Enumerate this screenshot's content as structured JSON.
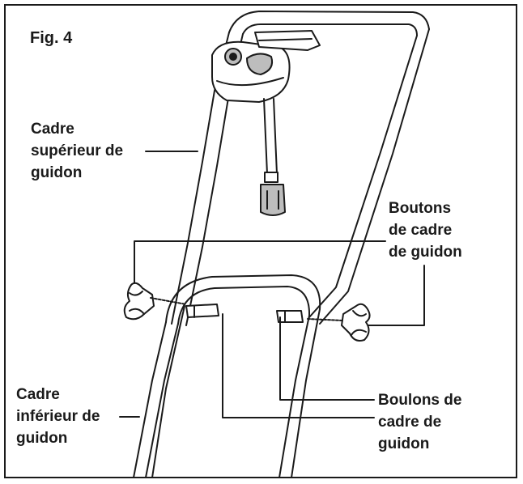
{
  "figure": {
    "number": "Fig. 4"
  },
  "labels": {
    "upper_frame": [
      "Cadre",
      "supérieur de",
      "guidon"
    ],
    "knobs": [
      "Boutons",
      "de cadre",
      "de guidon"
    ],
    "lower_frame": [
      "Cadre",
      "inférieur de",
      "guidon"
    ],
    "bolts": [
      "Boulons de",
      "cadre de",
      "guidon"
    ]
  },
  "colors": {
    "ink": "#1a1a1a",
    "paper": "#ffffff",
    "shade": "#bdbdbd"
  }
}
